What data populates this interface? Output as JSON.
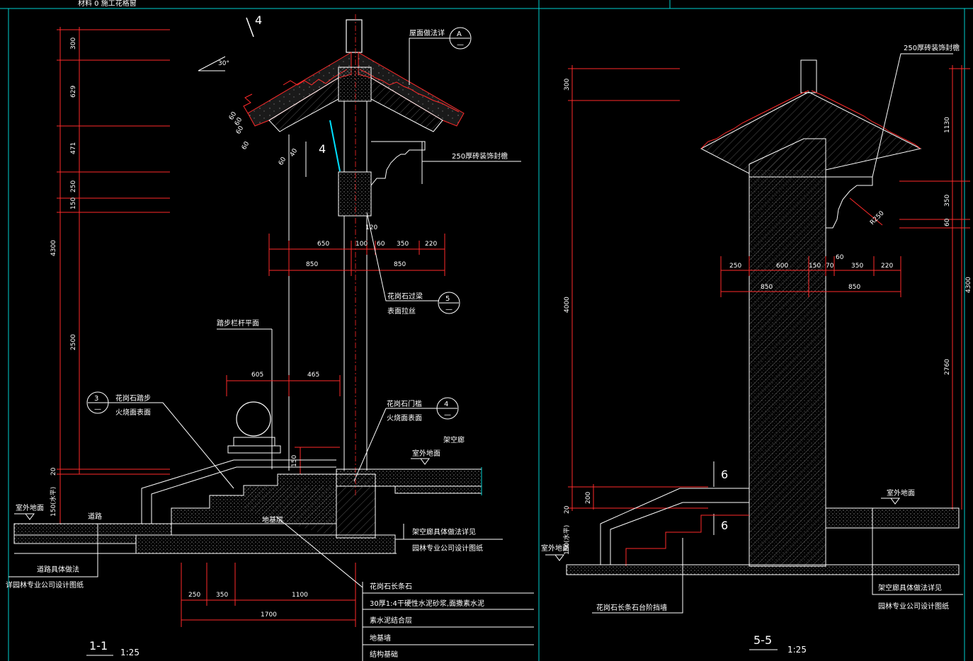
{
  "header": {
    "partial_title": "材料 0    施工花格窗"
  },
  "section_1_1": {
    "title": "1-1",
    "scale": "1:25",
    "markers": {
      "A": {
        "letter": "A",
        "sub": "—"
      },
      "S5": {
        "letter": "5",
        "sub": "—"
      },
      "S3": {
        "letter": "3",
        "sub": "—"
      },
      "S4": {
        "letter": "4",
        "sub": "—"
      }
    },
    "cut_mark_top": "4",
    "cut_mark_mid": "4",
    "slope_label": "30°",
    "vertical_dims": [
      "300",
      "629",
      "471",
      "250",
      "150",
      "2500",
      "4300",
      "20",
      "150(水平)"
    ],
    "eave_dims": [
      "60",
      "60",
      "60",
      "60",
      "60",
      "40"
    ],
    "horizontal_dims_upper": [
      "650",
      "100",
      "60",
      "350",
      "220"
    ],
    "horizontal_dims_upper_total": [
      "850",
      "850"
    ],
    "dim_120": "120",
    "lower_dims": [
      "605",
      "465"
    ],
    "step_dim": "150",
    "base_dims": [
      "250",
      "350",
      "1100"
    ],
    "base_total": "1700",
    "labels": {
      "roof_detail": "屋面做法详",
      "brick_250": "250厚砖装饰封檐",
      "granite_lintel": "花岗石过梁",
      "lintel_finish": "表面拉丝",
      "garden_line": "踏步栏杆平面",
      "step_stone": "花岗石踏步",
      "step_finish": "火烧面表面",
      "door_stone": "花岗石门槛",
      "door_finish": "火烧面表面",
      "overhead": "架空廊",
      "ground_plane": "室外地面",
      "path": "道路",
      "foundation": "地基层",
      "see_overhead": "架空廊具体做法详见",
      "see_landscape": "园林专业公司设计图纸",
      "see_path": "道路具体做法",
      "see_path2": "详园林专业公司设计图纸",
      "ground_left": "室外地面"
    },
    "layer_notes": [
      "花岗石长条石",
      "30厚1:4干硬性水泥砂浆,面撒素水泥",
      "素水泥结合层",
      "地基墙",
      "结构基础"
    ]
  },
  "section_5_5": {
    "title": "5-5",
    "scale": "1:25",
    "labels": {
      "brick_250": "250厚砖装饰封檐",
      "radius": "R250",
      "ground_plane": "室外地面",
      "ground_left": "室外地面",
      "see_overhead": "架空廊具体做法详见",
      "see_landscape": "园林专业公司设计图纸",
      "step_note": "花岗石长条石台阶挡墙"
    },
    "cut_marks": [
      "6",
      "6"
    ],
    "vertical_dims_left": [
      "300",
      "4000",
      "200",
      "20",
      "150(水平)"
    ],
    "vertical_dims_right": [
      "1130",
      "350",
      "60",
      "4300",
      "2760"
    ],
    "horizontal_dims": [
      "250",
      "600",
      "150",
      "70",
      "60",
      "350",
      "220"
    ],
    "horizontal_totals": [
      "850",
      "850"
    ]
  },
  "colors": {
    "background": "#000000",
    "line_red": "#ff2a2a",
    "line_white": "#ffffff",
    "border_cyan": "#00d0d0",
    "accent_cyan": "#00e0ff",
    "hatch_gray": "#8a8a8a"
  }
}
